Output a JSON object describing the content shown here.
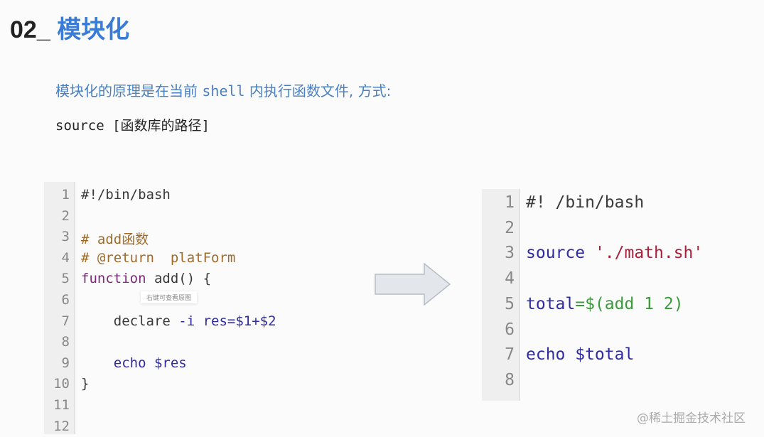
{
  "title": {
    "prefix": "02_",
    "highlight": "模块化"
  },
  "intro": {
    "part1": "模块化的原理是在当前 ",
    "mono": "shell",
    "part2": " 内执行函数文件, 方式:"
  },
  "source_line": "source [函数库的路径]",
  "tooltip": "右键可查看原图",
  "watermark": "@稀土掘金技术社区",
  "colors": {
    "comment": "#a06a28",
    "keyword": "#7a2a78",
    "var": "#2f2ba0",
    "string": "#a8203a",
    "green": "#3a9a3a",
    "plain": "#3a3a3a"
  },
  "left_code": {
    "line_numbers": [
      "1",
      "2",
      "3",
      "4",
      "5",
      "6",
      "7",
      "8",
      "9",
      "10",
      "11",
      "12"
    ],
    "lines": [
      [
        {
          "t": "#!/bin/bash",
          "c": "plain"
        }
      ],
      [],
      [
        {
          "t": "# add函数",
          "c": "comment"
        }
      ],
      [
        {
          "t": "# @return  platForm",
          "c": "comment"
        }
      ],
      [
        {
          "t": "function",
          "c": "keyword"
        },
        {
          "t": " add() {",
          "c": "plain"
        }
      ],
      [],
      [
        {
          "t": "    declare ",
          "c": "plain"
        },
        {
          "t": "-i res=$1+$2",
          "c": "var"
        }
      ],
      [],
      [
        {
          "t": "    echo $res",
          "c": "var"
        }
      ],
      [
        {
          "t": "}",
          "c": "plain"
        }
      ],
      [],
      []
    ]
  },
  "right_code": {
    "line_numbers": [
      "1",
      "2",
      "3",
      "4",
      "5",
      "6",
      "7",
      "8"
    ],
    "lines": [
      [
        {
          "t": "#! /bin/bash",
          "c": "plain"
        }
      ],
      [],
      [
        {
          "t": "source ",
          "c": "var"
        },
        {
          "t": "'./math.sh'",
          "c": "string"
        }
      ],
      [],
      [
        {
          "t": "total",
          "c": "var"
        },
        {
          "t": "=$(add 1 2)",
          "c": "green"
        }
      ],
      [],
      [
        {
          "t": "echo $total",
          "c": "var"
        }
      ],
      []
    ]
  }
}
